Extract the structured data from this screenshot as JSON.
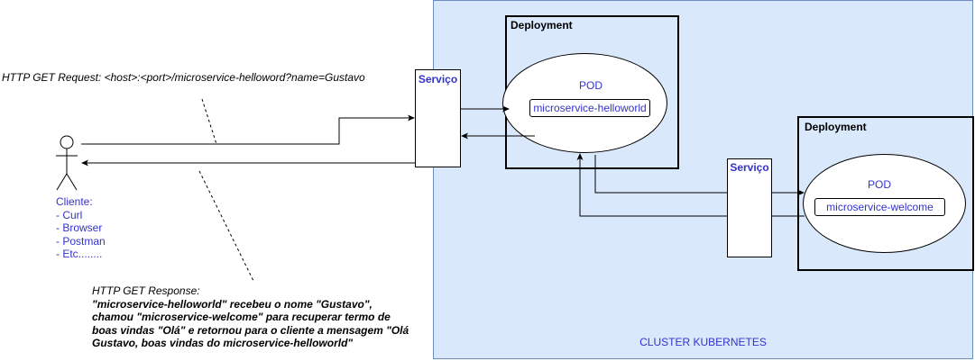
{
  "cluster": {
    "label": "CLUSTER KUBERNETES"
  },
  "request_text": "HTTP GET Request: <host>:<port>/microservice-helloword?name=Gustavo",
  "client": {
    "title": "Cliente:",
    "items": [
      "- Curl",
      "- Browser",
      "- Postman",
      "- Etc........"
    ]
  },
  "response": {
    "title": "HTTP GET Response:",
    "lines": [
      "\"microservice-helloworld\" recebeu o nome \"Gustavo\",",
      "chamou  \"microservice-welcome\" para recuperar termo de",
      "boas vindas \"Olá\" e retornou para o cliente a mensagem \"Olá",
      "Gustavo, boas vindas do microservice-helloworld\""
    ]
  },
  "service_1": {
    "title": "Serviço"
  },
  "service_2": {
    "title": "Serviço"
  },
  "deployment_1": {
    "title": "Deployment",
    "pod_label": "POD",
    "microservice": "microservice-helloworld"
  },
  "deployment_2": {
    "title": "Deployment",
    "pod_label": "POD",
    "microservice": "microservice-welcome"
  },
  "colors": {
    "cluster_fill": "#dae8fc",
    "cluster_border": "#6c8ebf",
    "accent_text": "#3333cc"
  },
  "icons": [
    "person-icon"
  ]
}
